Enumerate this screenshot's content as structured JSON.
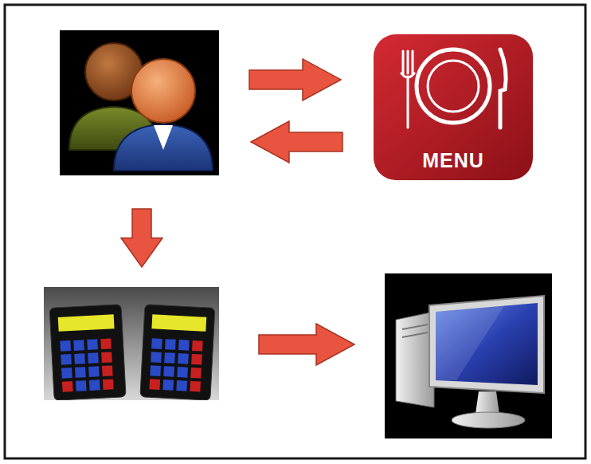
{
  "diagram": {
    "nodes": [
      {
        "text": []
      },
      {
        "text": [
          "MENU"
        ]
      },
      {
        "text": []
      },
      {
        "text": []
      }
    ],
    "edges": [
      {
        "from": 0,
        "to": 1,
        "arrow": "to"
      },
      {
        "from": 1,
        "to": 0,
        "arrow": "to"
      },
      {
        "from": 0,
        "to": 2,
        "arrow": "to"
      },
      {
        "from": 2,
        "to": 3,
        "arrow": "to"
      }
    ]
  }
}
